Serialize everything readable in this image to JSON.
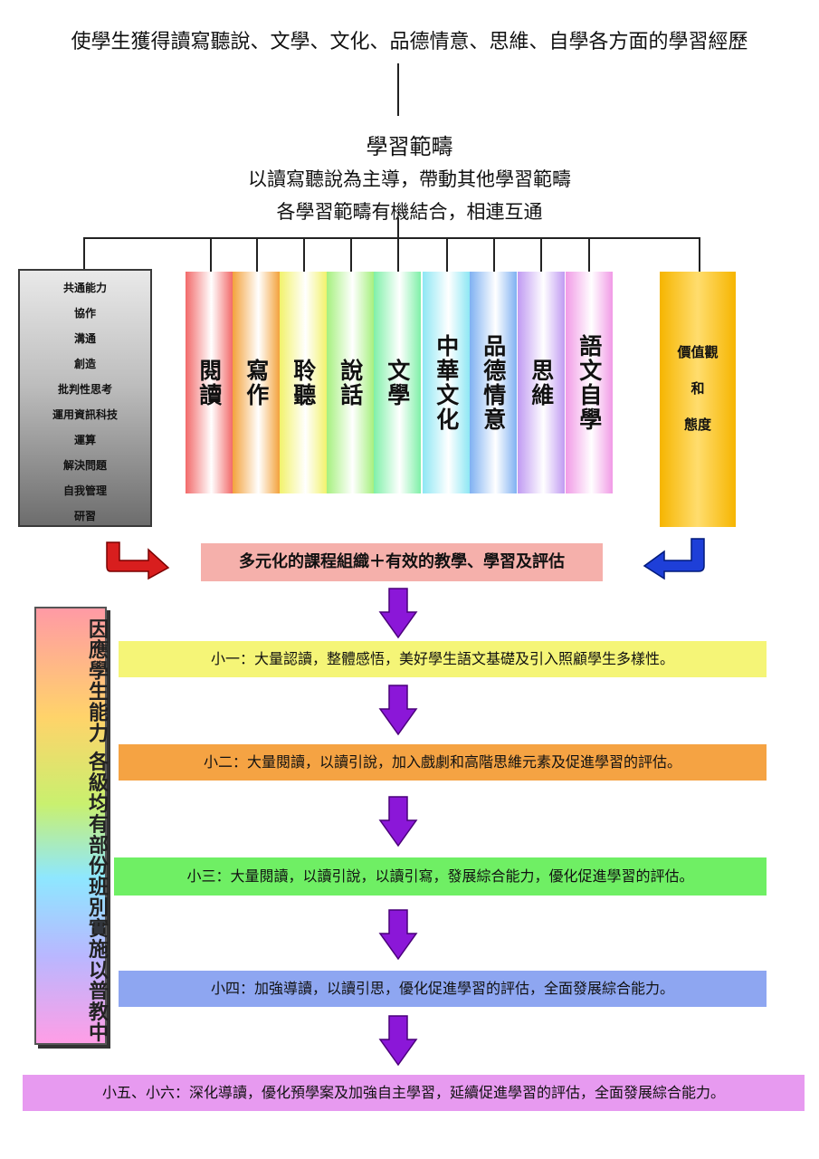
{
  "top_goal": "使學生獲得讀寫聽說、文學、文化、品德情意、思維、自學各方面的學習經歷",
  "learning_areas": {
    "title": "學習範疇",
    "subtitle1": "以讀寫聽說為主導，帶動其他學習範疇",
    "subtitle2": "各學習範疇有機結合，相連互通"
  },
  "generic_skills": [
    "共通能力",
    "協作",
    "溝通",
    "創造",
    "批判性思考",
    "運用資訊科技",
    "運算",
    "解決問題",
    "自我管理",
    "研習"
  ],
  "strands": [
    {
      "label": "閱讀",
      "color": "#f26a6a"
    },
    {
      "label": "寫作",
      "color": "#f3a23c"
    },
    {
      "label": "聆聽",
      "color": "#f2f26c"
    },
    {
      "label": "說話",
      "color": "#a6f07e"
    },
    {
      "label": "文學",
      "color": "#7ff0a8"
    },
    {
      "label": "中華文化",
      "color": "#8ee7f4"
    },
    {
      "label": "品德情意",
      "color": "#7fb1f2"
    },
    {
      "label": "思維",
      "color": "#c09af2"
    },
    {
      "label": "語文自學",
      "color": "#f19ae6"
    }
  ],
  "values_box": [
    "價值觀",
    "和",
    "態度"
  ],
  "middle_banner": "多元化的課程組織＋有效的教學、學習及評估",
  "side_note": "因應學生能力 各級均有部份班別實施以普教中",
  "grades": [
    {
      "text": "小一：大量認讀，整體感悟，美好學生語文基礎及引入照顧學生多樣性。",
      "color": "#f5f577"
    },
    {
      "text": "小二：大量閱讀，以讀引說，加入戲劇和高階思維元素及促進學習的評估。",
      "color": "#f5a343"
    },
    {
      "text": "小三：大量閱讀，以讀引說，以讀引寫，發展綜合能力，優化促進學習的評估。",
      "color": "#6fef64"
    },
    {
      "text": "小四：加強導讀，以讀引思，優化促進學習的評估，全面發展綜合能力。",
      "color": "#8ea6f1"
    },
    {
      "text": "小五、小六：深化導讀，優化預學案及加強自主學習，延續促進學習的評估，全面發展綜合能力。",
      "color": "#e79af0"
    }
  ]
}
